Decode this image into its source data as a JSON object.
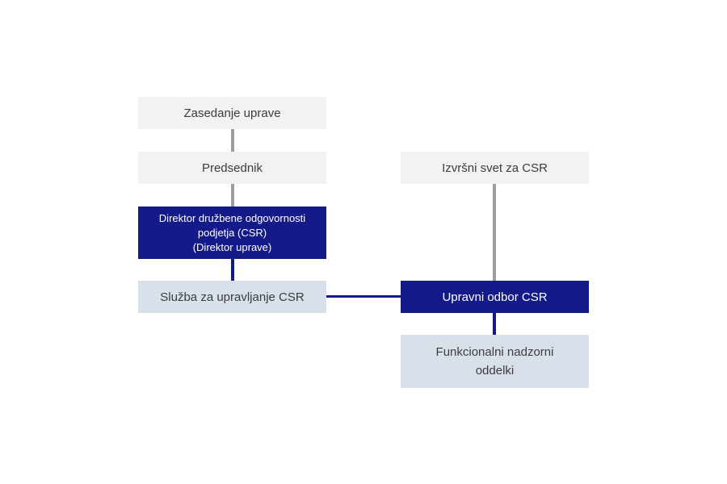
{
  "diagram": {
    "boxes": {
      "board_meeting": "Zasedanje uprave",
      "president": "Predsednik",
      "csr_director": "Direktor družbene odgovornosti\npodjetja (CSR)\n(Direktor uprave)",
      "csr_management_service": "Služba za upravljanje CSR",
      "csr_executive_council": "Izvršni svet za CSR",
      "csr_steering_committee": "Upravni odbor CSR",
      "functional_supervisory_departments": "Funkcionalni nadzorni\noddelki"
    },
    "colors": {
      "dark_box": "#141b88",
      "light_box": "#f1f2f3",
      "blue_light_box": "#d8e1ea",
      "gray_connector": "#9a9ba3",
      "navy_connector": "#141b88"
    }
  }
}
